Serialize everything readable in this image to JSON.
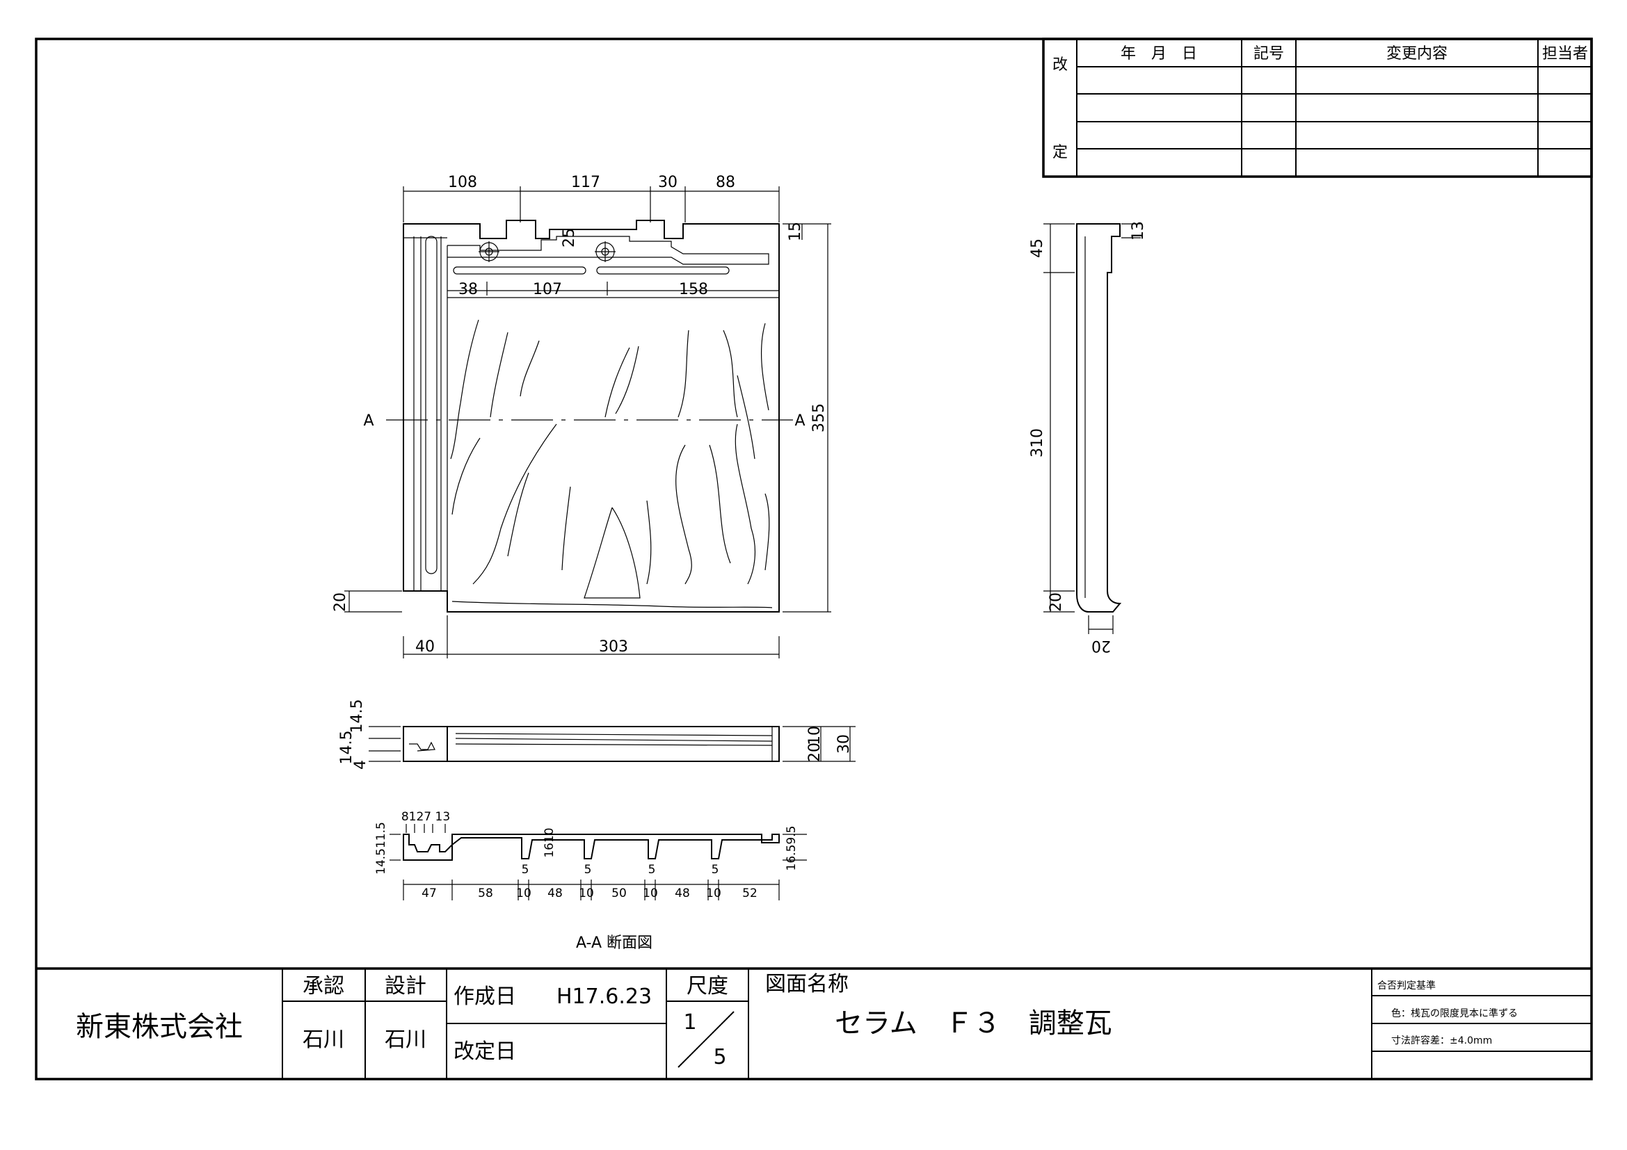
{
  "revision_table": {
    "label_kai": "改",
    "label_tei": "定",
    "headers": [
      "年　月　日",
      "記号",
      "変更内容",
      "担当者"
    ]
  },
  "plan_view": {
    "top_dims": [
      "108",
      "117",
      "30",
      "88"
    ],
    "inner_dims": [
      "38",
      "107",
      "158"
    ],
    "dim_25": "25",
    "dim_15": "15",
    "dim_355": "355",
    "dim_20": "20",
    "bottom_dims": [
      "40",
      "303"
    ],
    "section_label_left": "A",
    "section_label_right": "A"
  },
  "side_view": {
    "dim_45": "45",
    "dim_13": "13",
    "dim_310": "310",
    "dim_20": "20",
    "dim_20_bottom": "20"
  },
  "end_view": {
    "dim_14_5_top": "14.5",
    "dim_14_5": "14.5",
    "dim_4": "4",
    "dim_20": "20",
    "dim_10": "10",
    "dim_30": "30"
  },
  "section_view": {
    "top_left_dims": "8127 13",
    "left_dims": "14.511.5",
    "dim_16_10": "1610",
    "right_dims": "16.59.5",
    "slot_dims": [
      "5",
      "5",
      "5",
      "5"
    ],
    "bottom_dims": [
      "47",
      "58",
      "10",
      "48",
      "10",
      "50",
      "10",
      "48",
      "10",
      "52"
    ],
    "caption": "A-A 断面図"
  },
  "title_block": {
    "company": "新東株式会社",
    "approve_label": "承認",
    "design_label": "設計",
    "approver": "石川",
    "designer": "石川",
    "created_label": "作成日",
    "created_date": "H17.6.23",
    "revised_label": "改定日",
    "scale_label": "尺度",
    "scale_num": "1",
    "scale_den": "5",
    "drawing_name_label": "図面名称",
    "drawing_name": "セラム　Ｆ３　調整瓦",
    "criteria_title": "合否判定基準",
    "criteria_color": "色：桟瓦の限度見本に準ずる",
    "criteria_tolerance": "寸法許容差：±4.0mm"
  }
}
